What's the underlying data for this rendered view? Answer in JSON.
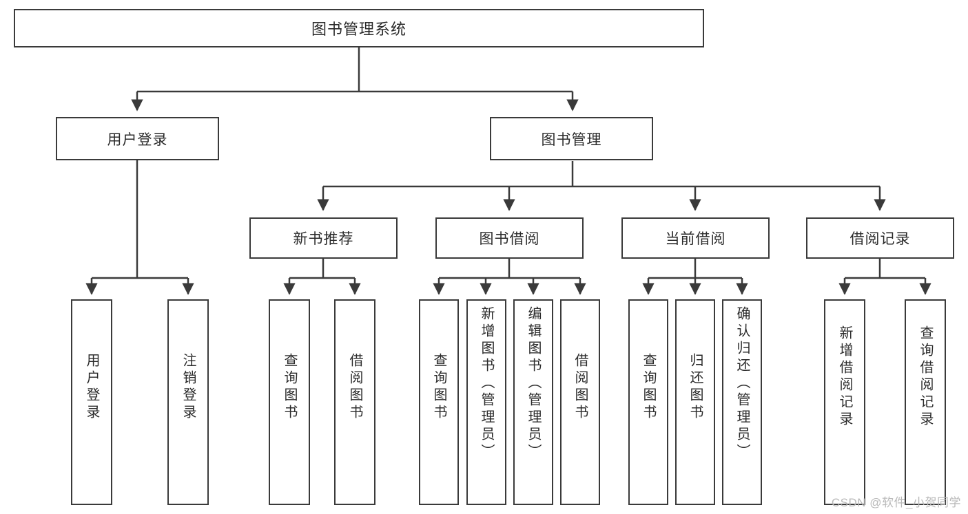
{
  "diagram": {
    "title": "图书管理系统",
    "type": "hierarchy-tree",
    "watermark": "CSDN @软件_小贺同学",
    "colors": {
      "stroke": "#3a3a3a",
      "fill": "#ffffff",
      "text": "#2b2b2b",
      "watermark": "#b9b9b9"
    },
    "root": {
      "label": "图书管理系统"
    },
    "level2": [
      {
        "label": "用户登录"
      },
      {
        "label": "图书管理"
      }
    ],
    "level3": [
      {
        "label": "新书推荐"
      },
      {
        "label": "图书借阅"
      },
      {
        "label": "当前借阅"
      },
      {
        "label": "借阅记录"
      }
    ],
    "leaves": {
      "user_login": [
        {
          "label": "用户登录"
        },
        {
          "label": "注销登录"
        }
      ],
      "new_book": [
        {
          "label": "查询图书"
        },
        {
          "label": "借阅图书"
        }
      ],
      "book_borrow": [
        {
          "label": "查询图书"
        },
        {
          "label": "新增图书（管理员）"
        },
        {
          "label": "编辑图书（管理员）"
        },
        {
          "label": "借阅图书"
        }
      ],
      "current_borrow": [
        {
          "label": "查询图书"
        },
        {
          "label": "归还图书"
        },
        {
          "label": "确认归还（管理员）"
        }
      ],
      "borrow_record": [
        {
          "label": "新增借阅记录"
        },
        {
          "label": "查询借阅记录"
        }
      ]
    }
  }
}
